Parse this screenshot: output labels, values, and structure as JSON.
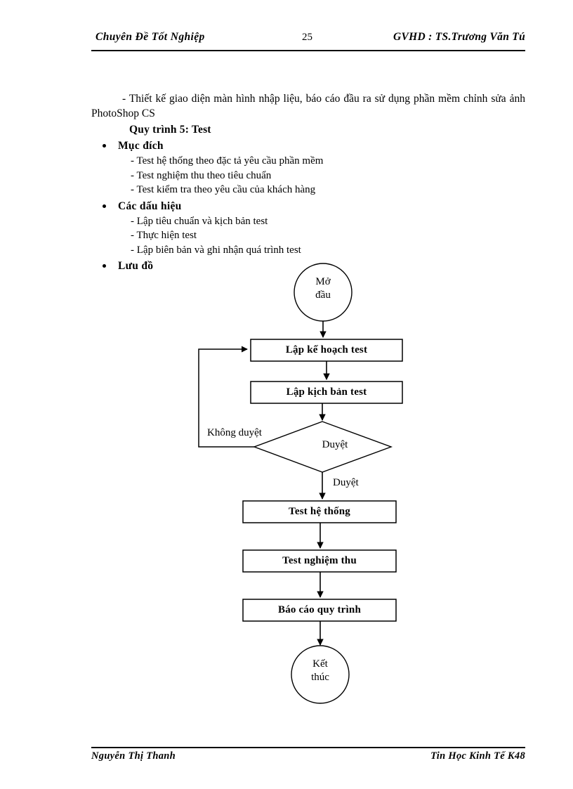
{
  "header": {
    "title": "Chuyên Đề Tốt Nghiệp",
    "page_number": "25",
    "advisor": "GVHD : TS.Trương Văn Tú"
  },
  "body": {
    "paragraph": "- Thiết kế giao diện màn hình nhập liệu, báo cáo đầu ra sử dụng phần mềm chỉnh sửa ảnh PhotoShop CS",
    "sub_heading": "Quy trình 5: Test",
    "sections": [
      {
        "bullet": "Mục đích",
        "lines": [
          "- Test hệ thống theo đặc tả yêu cầu phần mềm",
          "- Test nghiệm thu theo tiêu chuẩn",
          "- Test kiểm tra theo yêu cầu của khách hàng"
        ]
      },
      {
        "bullet": "Các dấu hiệu",
        "lines": [
          "- Lập tiêu chuẩn và kịch bản test",
          "- Thực hiện test",
          "- Lập biên bản và ghi nhận quá trình test"
        ]
      },
      {
        "bullet": "Lưu đồ",
        "lines": []
      }
    ]
  },
  "flowchart": {
    "nodes": {
      "start": "Mở\ndầu",
      "start_line1": "Mở",
      "start_line2": "đầu",
      "plan": "Lập kế hoạch test",
      "script": "Lập kịch bản test",
      "decision": "Duyệt",
      "system_test": "Test hệ thống",
      "acceptance_test": "Test nghiệm thu",
      "report": "Báo cáo quy trình",
      "end_line1": "Kết",
      "end_line2": "thúc"
    },
    "edges": {
      "reject": "Không duyệt",
      "approve": "Duyệt"
    },
    "stroke_color": "#000000",
    "fill_color": "#ffffff"
  },
  "footer": {
    "author": "Nguyễn Thị Thanh",
    "program": "Tin Học Kinh Tế K48"
  }
}
